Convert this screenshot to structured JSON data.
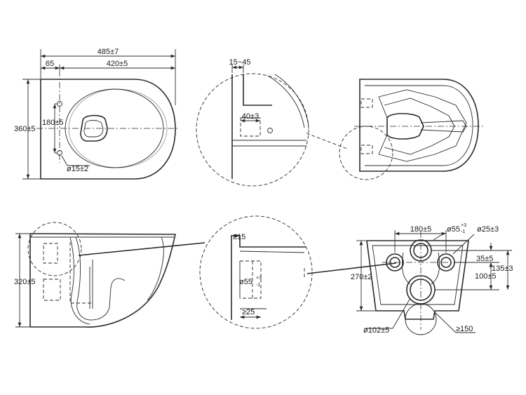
{
  "top_view": {
    "overall_length": "485±7",
    "bowl_length": "420±5",
    "hole_offset": "65",
    "width": "360±5",
    "hole_spacing": "180±5",
    "hole_diameter": "ø15±2"
  },
  "top_detail": {
    "range": "15~45",
    "depth": "40±3"
  },
  "side_view": {
    "height": "320±5"
  },
  "side_detail": {
    "min_top": "≥15",
    "pipe_diameter": "ø55",
    "pipe_tol_plus": "+3",
    "pipe_tol_minus": "-1",
    "min_bottom": "≥25"
  },
  "rear_view": {
    "bolt_spacing": "180±5",
    "inlet_diameter": "ø55",
    "inlet_tol_plus": "+3",
    "inlet_tol_minus": "-1",
    "bolt_diameter": "ø25±3",
    "offset_35": "35±5",
    "offset_135": "135±3",
    "offset_100": "100±5",
    "height": "270±2",
    "outlet_diameter": "ø102±5",
    "min_outlet": "≥150"
  }
}
